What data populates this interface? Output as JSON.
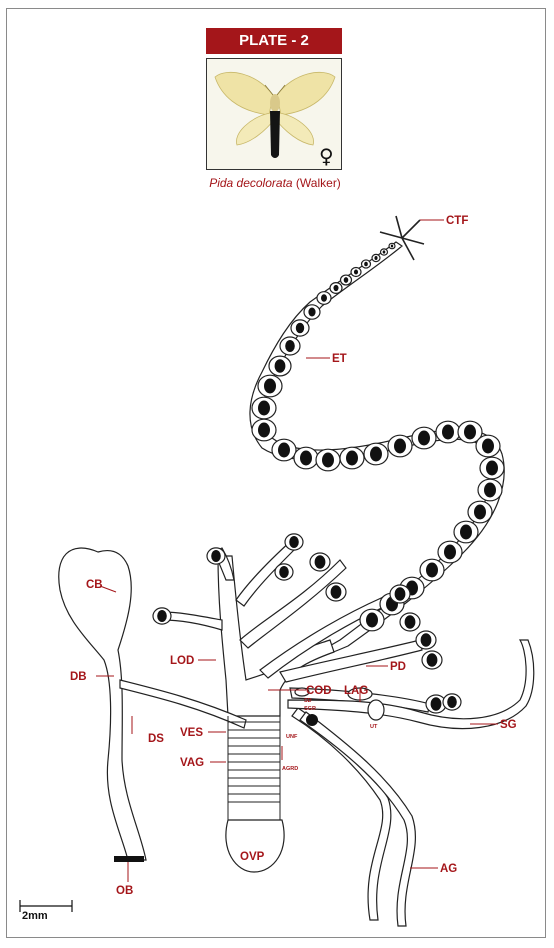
{
  "plate": {
    "title": "PLATE - 2"
  },
  "specimen": {
    "sex_symbol": "♀",
    "species_name": "Pida decolorata",
    "author": "(Walker)"
  },
  "labels": {
    "ctf": "CTF",
    "et": "ET",
    "cb": "CB",
    "db": "DB",
    "lod": "LOD",
    "pd": "PD",
    "ds": "DS",
    "cod": "COD",
    "lag": "LAG",
    "sg": "SG",
    "ves": "VES",
    "vag": "VAG",
    "ob": "OB",
    "ovp": "OVP",
    "ag": "AG",
    "agrd": "AGRD",
    "unf": "UNF",
    "ut": "UT",
    "sd": "SD",
    "sgr": "SGR"
  },
  "scale": {
    "label": "2mm"
  },
  "colors": {
    "accent": "#a4161a",
    "ink": "#222222"
  }
}
